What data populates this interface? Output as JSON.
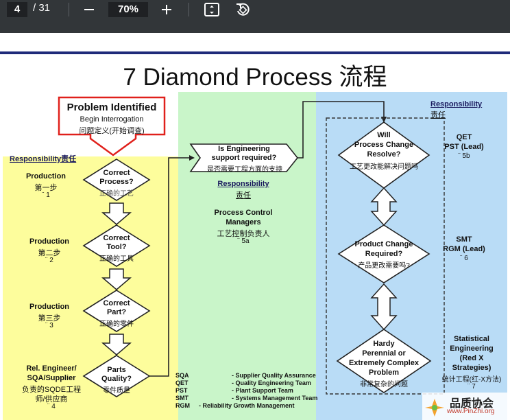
{
  "toolbar": {
    "page_current": "4",
    "page_total": "/ 31",
    "zoom": "70%"
  },
  "slide": {
    "title": "7 Diamond Process 流程",
    "problem": {
      "title": "Problem Identified",
      "line2": "Begin Interrogation",
      "line3": "问题定义(开始调查)"
    },
    "left_resp": "Responsibility责任",
    "left_rows": [
      {
        "name": "Production",
        "step": "第一步",
        "num": "¨ 1"
      },
      {
        "name": "Production",
        "step": "第二步",
        "num": "¨ 2"
      },
      {
        "name": "Production",
        "step": "第三步",
        "num": "¨ 3"
      },
      {
        "name": "Rel. Engineer/",
        "step": "SQA/Supplier",
        "cn1": "负责的SQDE工程",
        "cn2": "师/供应商",
        "num": "¨ 4"
      }
    ],
    "diamonds_left": [
      {
        "l1": "Correct",
        "l2": "Process?",
        "cn": "正确的工艺"
      },
      {
        "l1": "Correct",
        "l2": "Tool?",
        "cn": "正确的工具"
      },
      {
        "l1": "Correct",
        "l2": "Part?",
        "cn": "正确的零件"
      },
      {
        "l1": "Parts",
        "l2": "Quality?",
        "cn": "零件质量"
      }
    ],
    "eng": {
      "l1": "Is Engineering",
      "l2": "support required?",
      "cn": "是否需要工程方面的支持"
    },
    "mid_resp": "Responsibility",
    "mid_resp_cn": "责任",
    "mid_owner": {
      "l1": "Process Control",
      "l2": "Managers",
      "cn": "工艺控制负责人",
      "num": "¨ 5a"
    },
    "right_resp": "Responsibility",
    "right_resp_cn": "责任",
    "diamonds_right": [
      {
        "l1": "Will",
        "l2": "Process Change",
        "l3": "Resolve?",
        "cn": "工艺更改能解决问题吗"
      },
      {
        "l1": "Product Change",
        "l2": "Required?",
        "l3": "",
        "cn": "产品更改需要吗?"
      },
      {
        "l1": "Hardy",
        "l2": "Perennial or",
        "l3": "Extremely Complex",
        "l4": "Problem",
        "cn": "非常复杂的问题"
      }
    ],
    "right_owners": [
      {
        "l1": "QET",
        "l2": "PST (Lead)",
        "num": "¨ 5b"
      },
      {
        "l1": "SMT",
        "l2": "RGM  (Lead)",
        "num": "¨ 6"
      },
      {
        "l1": "Statistical",
        "l2": "Engineering",
        "l3": "(Red X",
        "l4": "Strategies)",
        "cn": "统计工程(红-X方法)",
        "num": "¨ 7"
      }
    ],
    "legend": [
      {
        "abbr": "SQA",
        "desc": "- Supplier Quality Assurance"
      },
      {
        "abbr": "QET",
        "desc": "- Quality Engineering Team"
      },
      {
        "abbr": "PST",
        "desc": "- Plant Support Team"
      },
      {
        "abbr": "SMT",
        "desc": "- Systems Management Team"
      },
      {
        "abbr": "RGM",
        "desc": "- Reliability Growth Management"
      }
    ],
    "watermark": {
      "cn": "品质协会",
      "url": "www.PinZhi.org"
    }
  }
}
